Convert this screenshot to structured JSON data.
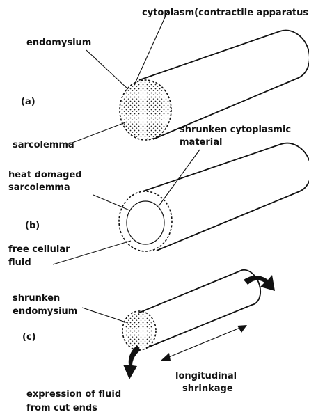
{
  "panels": [
    {
      "id": "a",
      "panel_label": "(a)",
      "labels": {
        "cytoplasm": "cytoplasm(contractile apparatus)",
        "endomysium": "endomysium",
        "sarcolemma": "sarcolemma"
      }
    },
    {
      "id": "b",
      "panel_label": "(b)",
      "labels": {
        "shrunken_cytoplasmic_line1": "shrunken cytoplasmic",
        "shrunken_cytoplasmic_line2": "material",
        "heat_damaged_line1": "heat domaged",
        "heat_damaged_line2": "sarcolemma",
        "free_fluid_line1": "free cellular",
        "free_fluid_line2": "fluid"
      }
    },
    {
      "id": "c",
      "panel_label": "(c)",
      "labels": {
        "shrunken_endomysium_line1": "shrunken",
        "shrunken_endomysium_line2": "endomysium",
        "longitudinal_line1": "longitudinal",
        "longitudinal_line2": "shrinkage",
        "expression_line1": "expression of fluid",
        "expression_line2": "from cut ends"
      }
    }
  ]
}
